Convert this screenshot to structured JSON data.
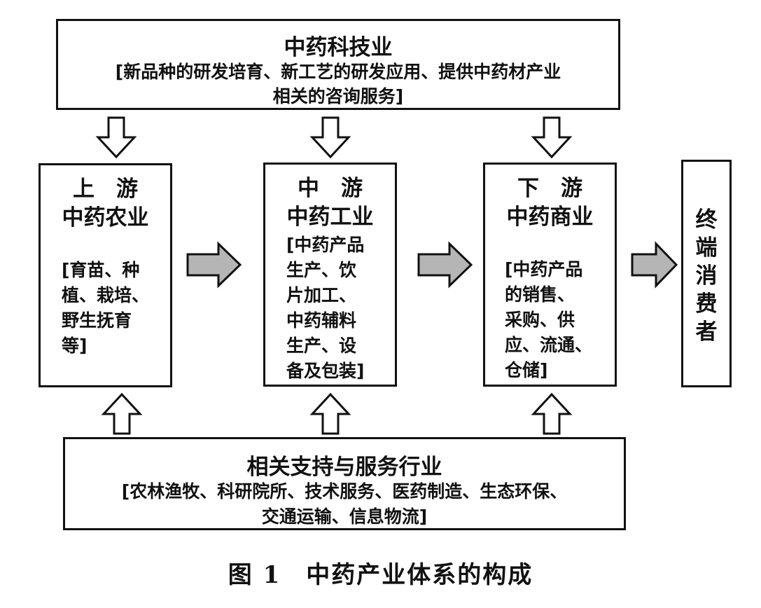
{
  "top_box": {
    "title": "中药科技业",
    "desc": "[新品种的研发培育、新工艺的研发应用、提供中药材产业\n相关的咨询服务]"
  },
  "stages": {
    "upstream": {
      "label": "上　游",
      "name": "中药农业",
      "desc": "[育苗、种\n植、栽培、\n野生抚育\n等]"
    },
    "midstream": {
      "label": "中　游",
      "name": "中药工业",
      "desc": "[中药产品\n生产、饮\n片加工、\n中药辅料\n生产、设\n备及包装]"
    },
    "downstream": {
      "label": "下　游",
      "name": "中药商业",
      "desc": "[中药产品\n的销售、\n采购、供\n应、流通、\n仓储]"
    }
  },
  "end_consumer": {
    "label": "终\n端\n消\n费\n者"
  },
  "bottom_box": {
    "title": "相关支持与服务行业",
    "desc": "[农林渔牧、科研院所、技术服务、医药制造、生态环保、\n交通运输、信息物流]"
  },
  "caption": "图 1　中药产业体系的构成",
  "colors": {
    "arrow_fill": "#b5b5b5",
    "hollow_arrow_fill": "#ffffff",
    "stroke": "#111111"
  }
}
